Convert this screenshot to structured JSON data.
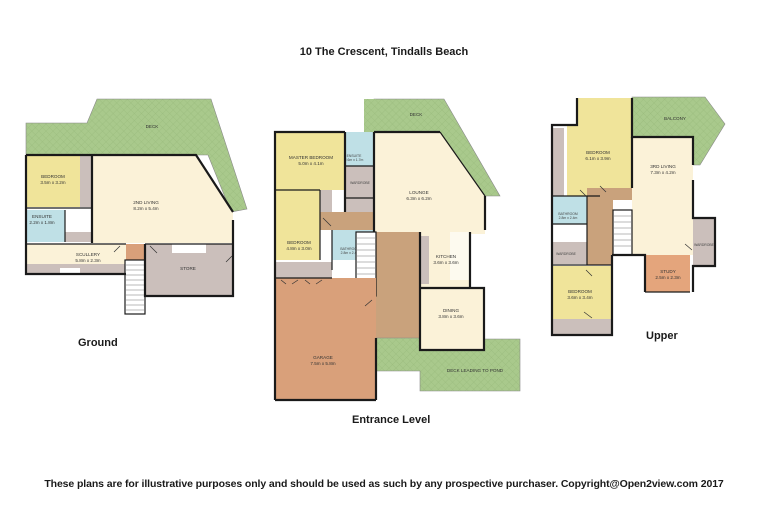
{
  "title": "10 The Crescent, Tindalls Beach",
  "footer": "These plans are for illustrative purposes only and should be used as such by any prospective purchaser. Copyright@Open2view.com 2017",
  "colors": {
    "deck": "#a9c98c",
    "bedroom": "#f0e49a",
    "living": "#fbf2d8",
    "wet": "#bfe0e6",
    "hall": "#c9a27c",
    "garage": "#d9a07a",
    "store": "#cbbfbb",
    "study": "#e4a57c",
    "wall": "#1a1a1a"
  },
  "floors": {
    "ground": {
      "label": "Ground",
      "rooms": {
        "deck": {
          "name": "DECK"
        },
        "bedroom": {
          "name": "BEDROOM",
          "size": "3.5m x 3.2m"
        },
        "living": {
          "name": "2ND LIVING",
          "size": "8.2m x 5.4m"
        },
        "ensuite": {
          "name": "ENSUITE",
          "size": "2.2m x 1.8m"
        },
        "scullery": {
          "name": "SCULLERY",
          "size": "5.8m x 2.3m"
        },
        "store": {
          "name": "STORE"
        }
      }
    },
    "entrance": {
      "label": "Entrance Level",
      "rooms": {
        "deck": {
          "name": "DECK"
        },
        "master": {
          "name": "MASTER BEDROOM",
          "size": "5.0m x 4.1m"
        },
        "ensuite": {
          "name": "ENSUITE",
          "size": "2.6m x 1.7m"
        },
        "wardrobe": {
          "name": "WARDROBE"
        },
        "lounge": {
          "name": "LOUNGE",
          "size": "6.3m x 6.2m"
        },
        "bedroom": {
          "name": "BEDROOM",
          "size": "4.8m x 3.0m"
        },
        "bathroom": {
          "name": "BATHROOM",
          "size": "2.8m x 2.4m"
        },
        "kitchen": {
          "name": "KITCHEN",
          "size": "3.6m x 3.6m"
        },
        "dining": {
          "name": "DINING",
          "size": "3.8m x 3.6m"
        },
        "garage": {
          "name": "GARAGE",
          "size": "7.5m x 5.8m"
        },
        "deck_pond": {
          "name": "DECK LEADING TO POND"
        }
      }
    },
    "upper": {
      "label": "Upper",
      "rooms": {
        "balcony": {
          "name": "BALCONY"
        },
        "bedroom1": {
          "name": "BEDROOM",
          "size": "6.1m x 3.9m"
        },
        "living": {
          "name": "3RD LIVING",
          "size": "7.3m x 4.2m"
        },
        "bathroom": {
          "name": "BATHROOM",
          "size": "2.8m x 2.4m"
        },
        "wardrobe1": {
          "name": "WARDROBE"
        },
        "wardrobe2": {
          "name": "WARDROBE"
        },
        "study": {
          "name": "STUDY",
          "size": "2.5m x 2.3m"
        },
        "bedroom2": {
          "name": "BEDROOM",
          "size": "3.6m x 3.4m"
        }
      }
    }
  }
}
